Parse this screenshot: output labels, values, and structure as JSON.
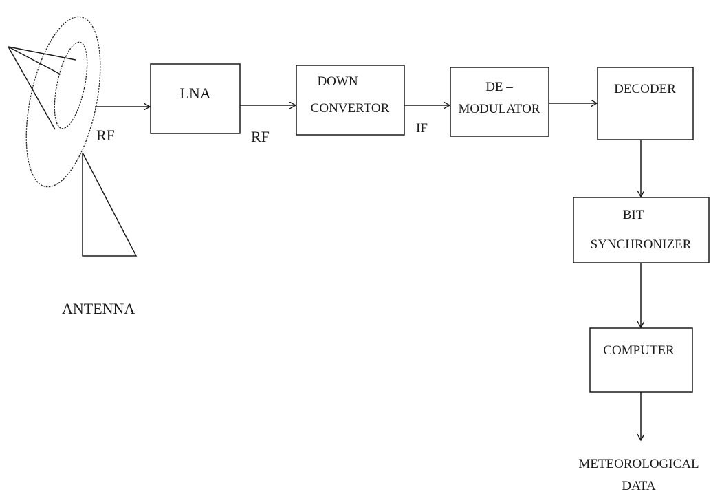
{
  "antenna": {
    "label": "ANTENNA"
  },
  "signals": {
    "rf_antenna": "RF",
    "rf_lna": "RF",
    "if_signal": "IF"
  },
  "blocks": {
    "lna": "LNA",
    "down_convertor_line1": "DOWN",
    "down_convertor_line2": "CONVERTOR",
    "demodulator_line1": "DE –",
    "demodulator_line2": "MODULATOR",
    "decoder": "DECODER",
    "bit_synchronizer_line1": "BIT",
    "bit_synchronizer_line2": "SYNCHRONIZER",
    "computer": "COMPUTER"
  },
  "output": {
    "line1": "METEOROLOGICAL",
    "line2": "DATA"
  }
}
